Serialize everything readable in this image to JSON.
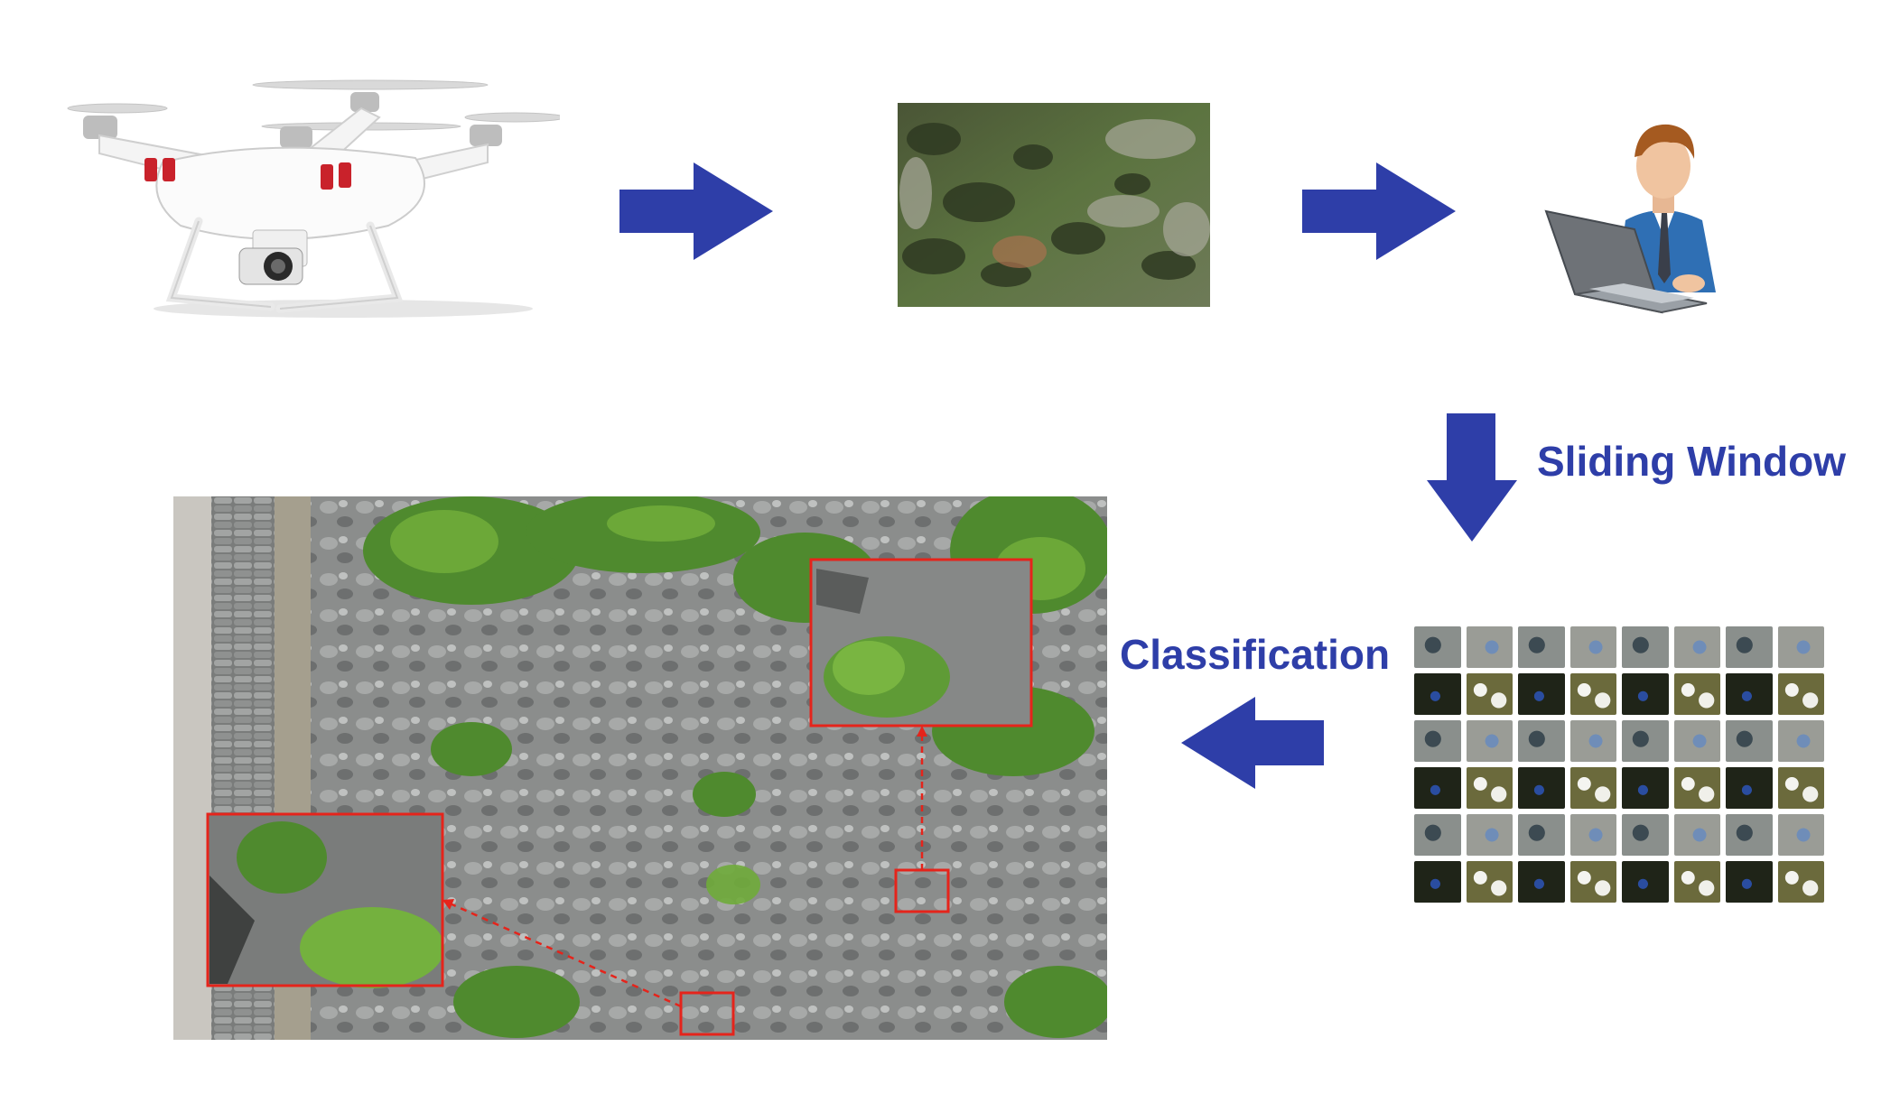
{
  "colors": {
    "arrow": "#2e3ea8",
    "label": "#2e3ea8",
    "highlight_box": "#e5241b",
    "background": "#ffffff"
  },
  "pipeline": {
    "steps": [
      {
        "id": "drone",
        "icon": "quadcopter-drone-icon"
      },
      {
        "id": "aerial-photo",
        "icon": "aerial-image"
      },
      {
        "id": "analyst",
        "icon": "person-with-laptop-icon"
      },
      {
        "id": "patches",
        "icon": "image-patch-grid"
      },
      {
        "id": "result",
        "icon": "annotated-aerial-image"
      }
    ],
    "sliding_window_label": "Sliding Window",
    "classification_label": "Classification"
  },
  "patch_grid": {
    "rows": 6,
    "cols": 8
  }
}
